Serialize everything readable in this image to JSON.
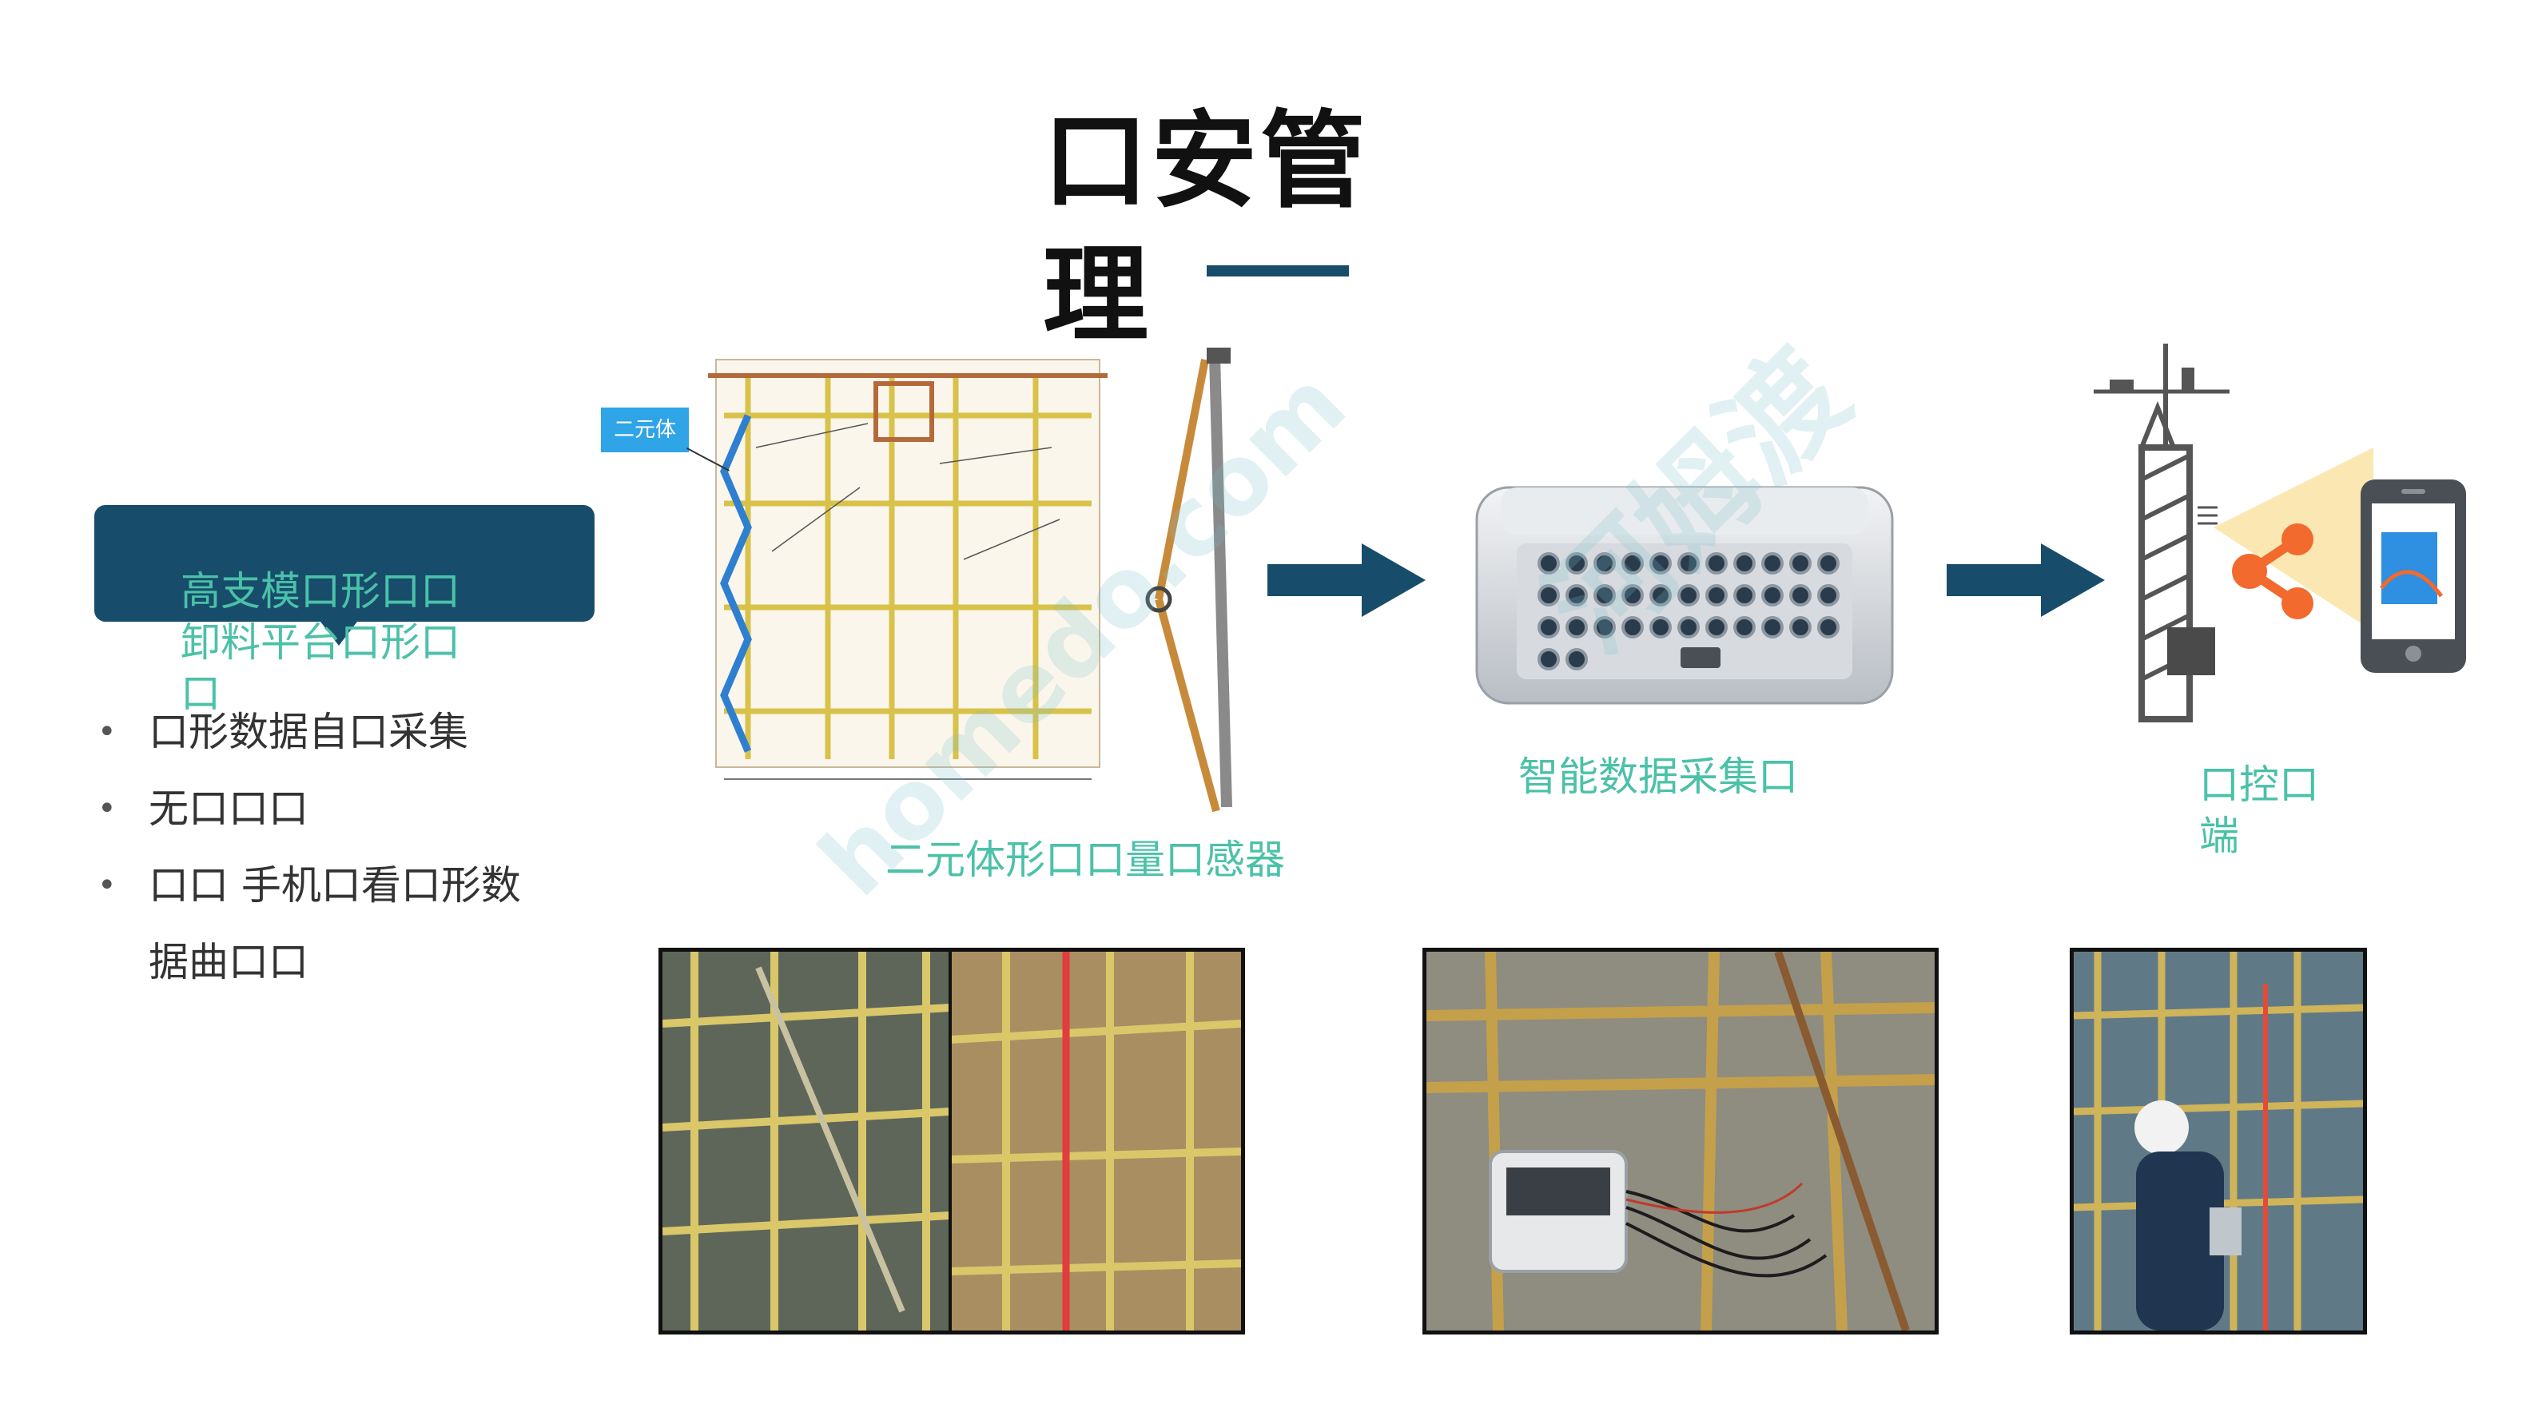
{
  "slide": {
    "title": "口安管理",
    "callout_text": "高支模口形口口\n卸料平台口形口\n口",
    "bullets": [
      "口形数据自口采集",
      "无口口口",
      "口口 手机口看口形数 据曲口口"
    ],
    "device_captions": {
      "sensor": "二元体形口口量口感器",
      "collector": "智能数据采集口",
      "monitor": "口控口端"
    },
    "diagram_label": "二元体",
    "watermarks": [
      "河姆渡",
      "homedo.com"
    ]
  },
  "colors": {
    "accent_navy": "#174d6b",
    "caption_teal": "#4bc1a8",
    "share_orange": "#f26a2e",
    "label_blue": "#2fa4e7"
  },
  "icons": [
    "arrow-right-icon",
    "share-icon",
    "smartphone-icon",
    "tower-icon",
    "data-collector-icon"
  ]
}
